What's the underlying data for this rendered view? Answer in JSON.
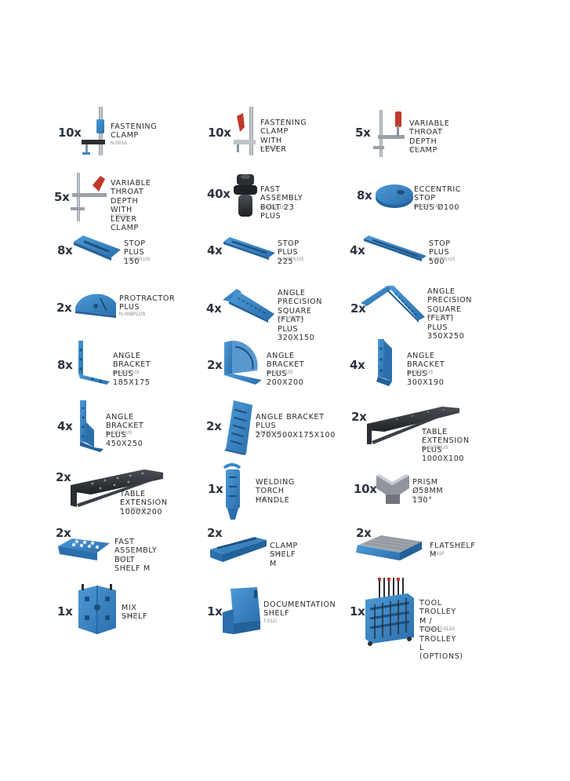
{
  "colors": {
    "accent": "#3a86c8",
    "accent_dark": "#23629a",
    "steel": "#a9b0b8",
    "dark": "#2b2f34",
    "handle_red": "#c0392b"
  },
  "items": [
    {
      "qty": "10x",
      "name": "FASTENING\nCLAMP",
      "code": "N.001A",
      "icon": "fastening-clamp-icon"
    },
    {
      "qty": "10x",
      "name": "FASTENING\nCLAMP\nWITH LEVER",
      "code": "N.001B",
      "icon": "fastening-clamp-lever-icon"
    },
    {
      "qty": "5x",
      "name": "VARIABLE\nTHROAT\nDEPTH CLAMP",
      "code": "N.001C",
      "icon": "variable-throat-clamp-icon"
    },
    {
      "qty": "5x",
      "name": "VARIABLE\nTHROAT DEPTH\nWITH LEVER\nCLAMP",
      "code": "N.001D",
      "icon": "variable-throat-lever-clamp-icon"
    },
    {
      "qty": "40x",
      "name": "FAST ASSEMBLY\nBOLT 23 PLUS",
      "code": "N.002PLUS",
      "icon": "assembly-bolt-icon"
    },
    {
      "qty": "8x",
      "name": "ECCENTRIC STOP\nPLUS Ø100",
      "code": "N.003PLUS",
      "icon": "eccentric-stop-icon"
    },
    {
      "qty": "8x",
      "name": "STOP PLUS\n150",
      "code": "N.004PLUS",
      "icon": "stop-plus-150-icon"
    },
    {
      "qty": "4x",
      "name": "STOP PLUS\n225",
      "code": "N.005PLUS",
      "icon": "stop-plus-225-icon"
    },
    {
      "qty": "4x",
      "name": "STOP PLUS\n500",
      "code": "N.007PLUS",
      "icon": "stop-plus-500-icon"
    },
    {
      "qty": "2x",
      "name": "PROTRACTOR\nPLUS",
      "code": "N.008PLUS",
      "icon": "protractor-icon"
    },
    {
      "qty": "4x",
      "name": "ANGLE PRECISION\nSQUARE (FLAT)\nPLUS 320X150",
      "code": "N.010PLUS",
      "icon": "precision-square-320-icon"
    },
    {
      "qty": "2x",
      "name": "ANGLE PRECISION\nSQUARE (FLAT)\nPLUS 350X250",
      "code": "N.011PLUS",
      "icon": "precision-square-350-icon"
    },
    {
      "qty": "8x",
      "name": "ANGLE BRACKET\nPLUS 185X175",
      "code": "N.012PLUS",
      "icon": "angle-bracket-185-icon"
    },
    {
      "qty": "2x",
      "name": "ANGLE BRACKET\nPLUS 200X200",
      "code": "N.013PLUS",
      "icon": "angle-bracket-200-icon"
    },
    {
      "qty": "4x",
      "name": "ANGLE BRACKET\nPLUS 300X190",
      "code": "N.014PLUS",
      "icon": "angle-bracket-300-icon"
    },
    {
      "qty": "4x",
      "name": "ANGLE BRACKET\nPLUS 450X250",
      "code": "N.015PLUS",
      "icon": "angle-bracket-450-icon"
    },
    {
      "qty": "2x",
      "name": "ANGLE BRACKET PLUS\n270X500X175X100",
      "code": "N.016PLUS",
      "icon": "angle-bracket-270-icon"
    },
    {
      "qty": "2x",
      "name": "TABLE EXTENSION\nPLUS 1000X100",
      "code": "N.017PLUS",
      "icon": "table-extension-plus-icon"
    },
    {
      "qty": "2x",
      "name": "TABLE EXTENSION\n1000X200",
      "code": "N.018PLUS",
      "icon": "table-extension-icon"
    },
    {
      "qty": "1x",
      "name": "WELDING TORCH\nHANDLE",
      "code": "N.020",
      "icon": "welding-torch-handle-icon"
    },
    {
      "qty": "10x",
      "name": "PRISM\nØ58MM 130°",
      "code": "N.021",
      "icon": "prism-icon"
    },
    {
      "qty": "2x",
      "name": "FAST ASSEMBLY\nBOLT SHELF M",
      "code": "T.011B",
      "icon": "bolt-shelf-icon"
    },
    {
      "qty": "2x",
      "name": "CLAMP SHELF M",
      "code": "T.011D",
      "icon": "clamp-shelf-icon"
    },
    {
      "qty": "2x",
      "name": "FLATSHELF M",
      "code": "T.011F",
      "icon": "flatshelf-icon"
    },
    {
      "qty": "1x",
      "name": "MIX SHELF",
      "code": "T.011H",
      "icon": "mix-shelf-icon"
    },
    {
      "qty": "1x",
      "name": "DOCUMENTATION\nSHELF",
      "code": "T.011I",
      "icon": "documentation-shelf-icon"
    },
    {
      "qty": "1x",
      "name": "TOOL TROLLEY M /\nTOOL TROLLEY L\n(OPTIONS)",
      "code": "T.012B / T.012A",
      "icon": "tool-trolley-icon"
    }
  ]
}
